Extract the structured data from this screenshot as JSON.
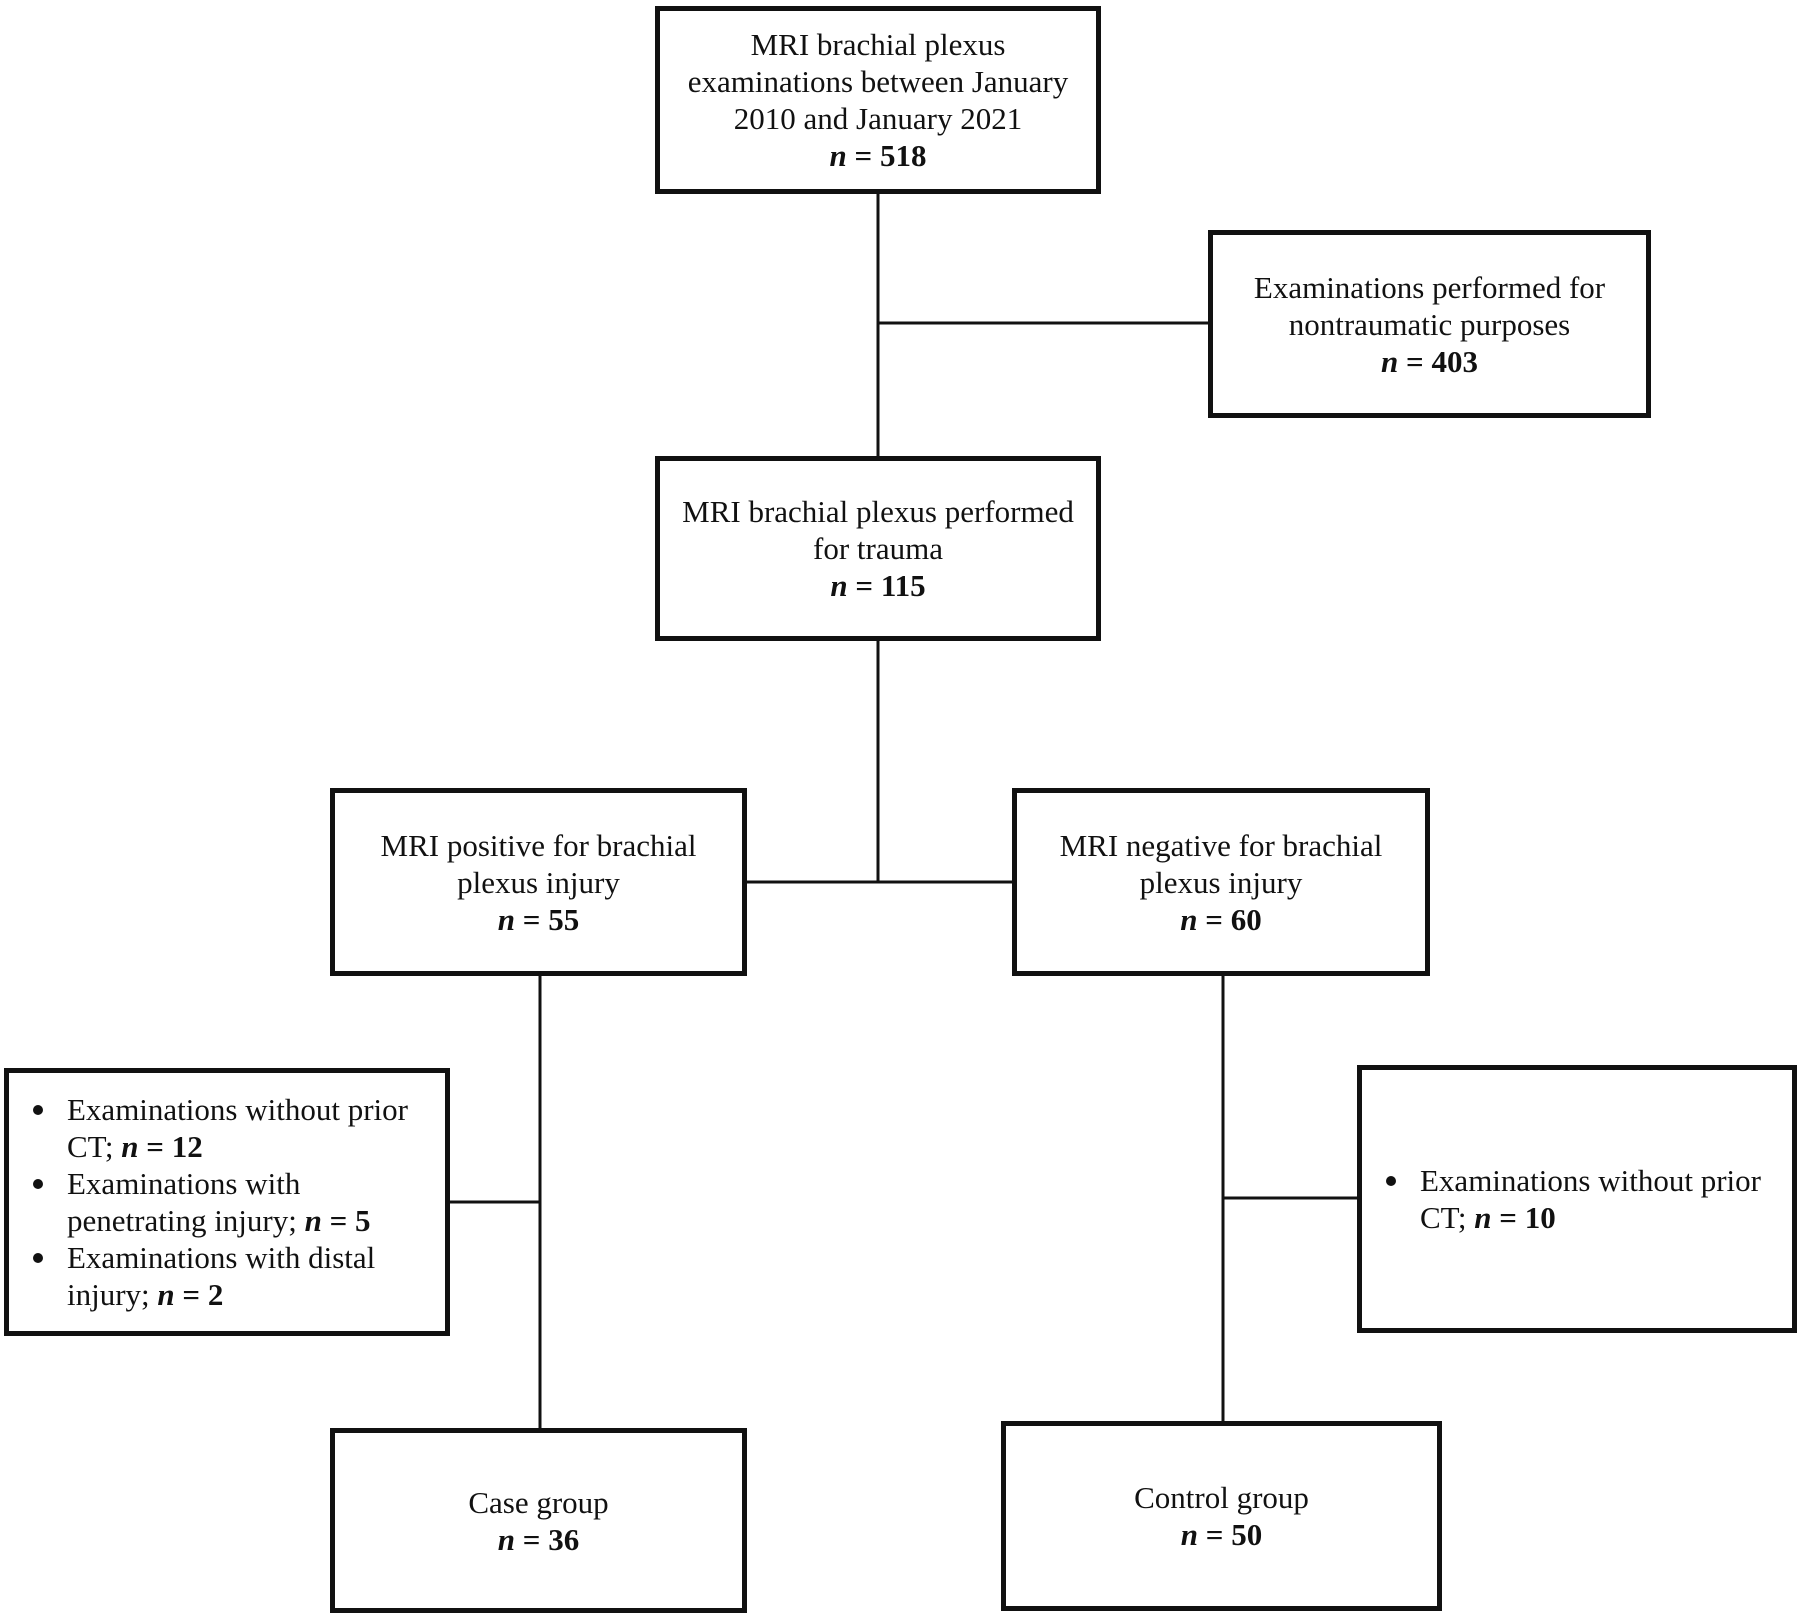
{
  "boxes": {
    "total": {
      "lines": [
        "MRI brachial plexus",
        "examinations between January",
        "2010 and January 2021"
      ],
      "n": "518"
    },
    "nontraumatic": {
      "lines": [
        "Examinations performed for",
        "nontraumatic purposes"
      ],
      "n": "403"
    },
    "trauma": {
      "lines": [
        "MRI brachial plexus performed",
        "for trauma"
      ],
      "n": "115"
    },
    "positive": {
      "lines": [
        "MRI positive for brachial",
        "plexus injury"
      ],
      "n": "55"
    },
    "negative": {
      "lines": [
        "MRI negative for brachial",
        "plexus injury"
      ],
      "n": "60"
    },
    "excluded_case": {
      "items": [
        {
          "text": "Examinations without prior CT;",
          "n": "12"
        },
        {
          "text": "Examinations with penetrating injury;",
          "n": "5"
        },
        {
          "text": "Examinations with distal injury;",
          "n": "2"
        }
      ]
    },
    "excluded_control": {
      "items": [
        {
          "text": "Examinations without prior CT;",
          "n": "10"
        }
      ]
    },
    "case_group": {
      "lines": [
        "Case group"
      ],
      "n": "36"
    },
    "control_group": {
      "lines": [
        "Control group"
      ],
      "n": "50"
    }
  },
  "n_symbol": "n",
  "equals": " = "
}
